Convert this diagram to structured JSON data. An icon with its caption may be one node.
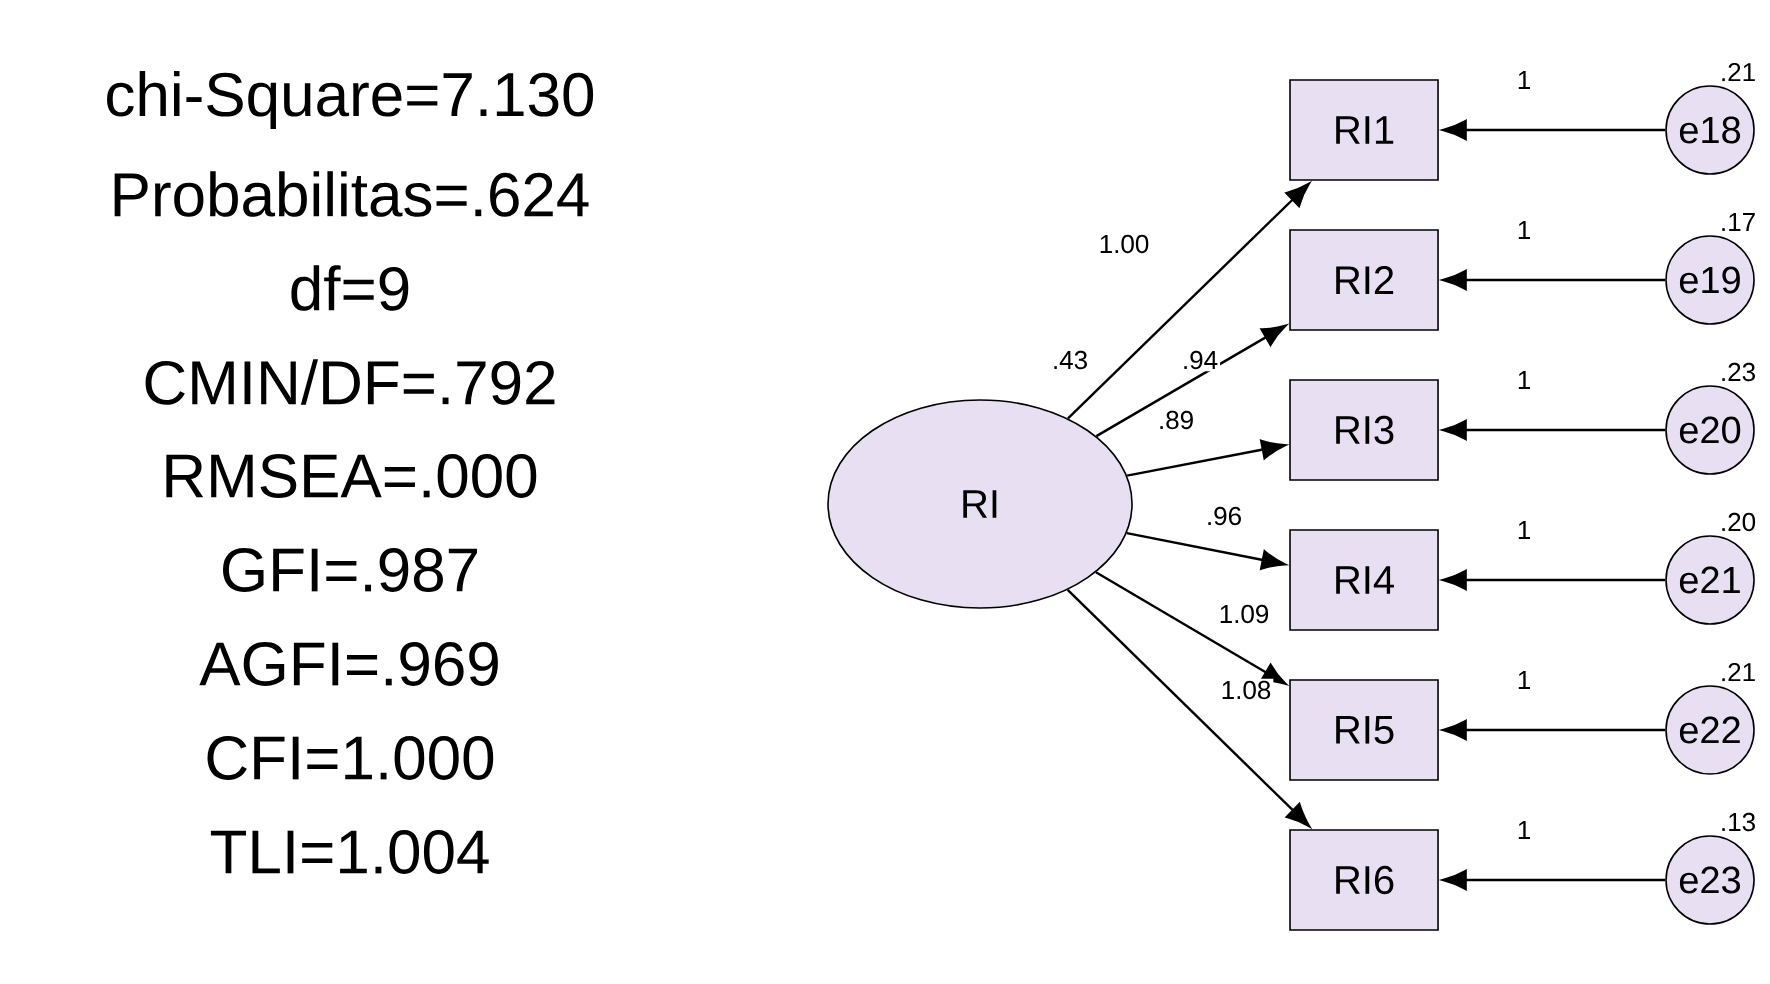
{
  "diagram": {
    "nodes": [
      {
        "text": [
          "RI"
        ],
        "beside": [
          ".43"
        ]
      },
      {
        "text": [
          "RI1"
        ]
      },
      {
        "text": [
          "RI2"
        ]
      },
      {
        "text": [
          "RI3"
        ]
      },
      {
        "text": [
          "RI4"
        ]
      },
      {
        "text": [
          "RI5"
        ]
      },
      {
        "text": [
          "RI6"
        ]
      },
      {
        "text": [
          "e18"
        ],
        "beside": [
          ".21"
        ]
      },
      {
        "text": [
          "e19"
        ],
        "beside": [
          ".17"
        ]
      },
      {
        "text": [
          "e20"
        ],
        "beside": [
          ".23"
        ]
      },
      {
        "text": [
          "e21"
        ],
        "beside": [
          ".20"
        ]
      },
      {
        "text": [
          "e22"
        ],
        "beside": [
          ".21"
        ]
      },
      {
        "text": [
          "e23"
        ],
        "beside": [
          ".13"
        ]
      }
    ],
    "edges": [
      {
        "from": 0,
        "to": 1,
        "arrow": "to",
        "label": "1.00"
      },
      {
        "from": 0,
        "to": 2,
        "arrow": "to",
        "label": ".94"
      },
      {
        "from": 0,
        "to": 3,
        "arrow": "to",
        "label": ".89"
      },
      {
        "from": 0,
        "to": 4,
        "arrow": "to",
        "label": ".96"
      },
      {
        "from": 0,
        "to": 5,
        "arrow": "to",
        "label": "1.09"
      },
      {
        "from": 0,
        "to": 6,
        "arrow": "to",
        "label": "1.08"
      },
      {
        "from": 7,
        "to": 1,
        "arrow": "to",
        "label": "1"
      },
      {
        "from": 8,
        "to": 2,
        "arrow": "to",
        "label": "1"
      },
      {
        "from": 9,
        "to": 3,
        "arrow": "to",
        "label": "1"
      },
      {
        "from": 10,
        "to": 4,
        "arrow": "to",
        "label": "1"
      },
      {
        "from": 11,
        "to": 5,
        "arrow": "to",
        "label": "1"
      },
      {
        "from": 12,
        "to": 6,
        "arrow": "to",
        "label": "1"
      }
    ],
    "labels": [
      "chi-Square=7.130",
      "Probabilitas=.624",
      "df=9",
      "CMIN/DF=.792",
      "RMSEA=.000",
      "GFI=.987",
      "AGFI=.969",
      "CFI=1.000",
      "TLI=1.004"
    ]
  }
}
